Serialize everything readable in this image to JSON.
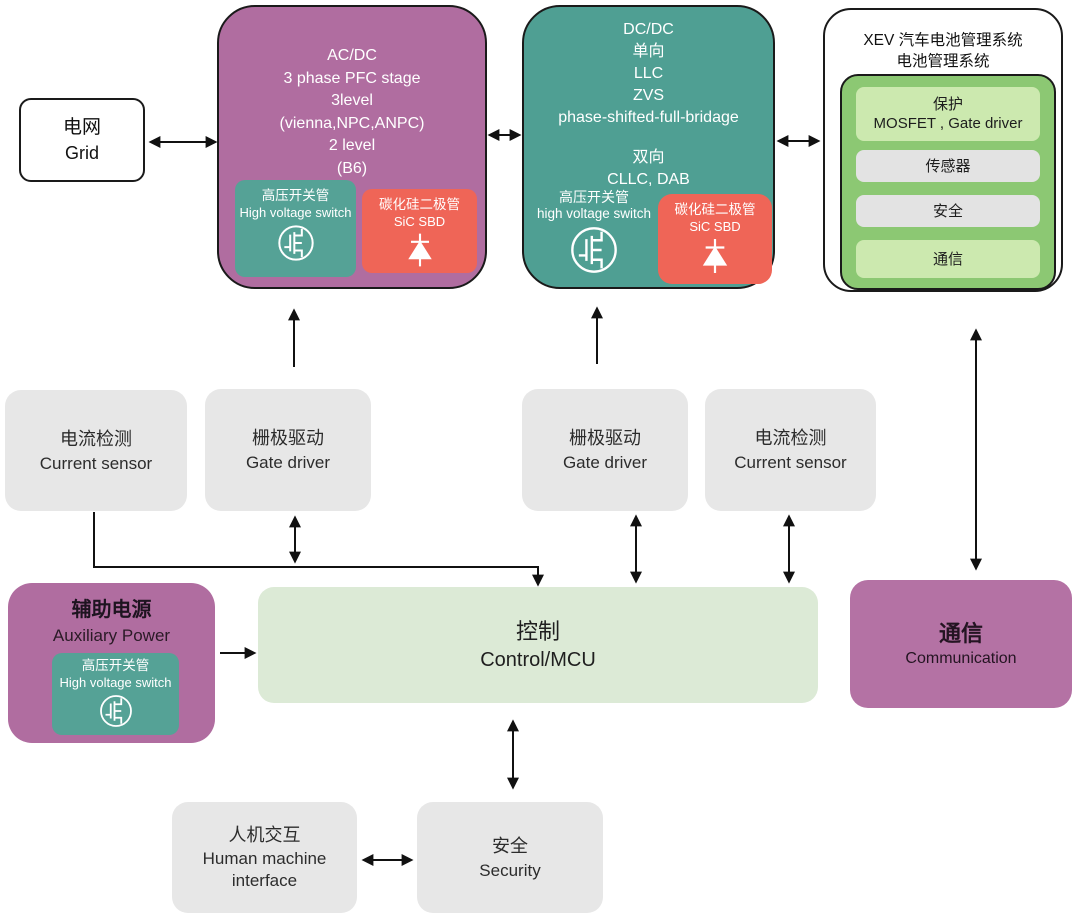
{
  "boxes": {
    "grid": {
      "zh": "电网",
      "en": "Grid"
    },
    "acdc": {
      "lines": [
        "AC/DC",
        "3 phase PFC stage",
        "3level",
        "(vienna,NPC,ANPC)",
        "2 level",
        "(B6)"
      ],
      "hv_switch": {
        "zh": "高压开关管",
        "en": "High voltage switch"
      },
      "sic_sbd": {
        "zh": "碳化硅二极管",
        "en": "SiC SBD"
      }
    },
    "dcdc": {
      "lines_top": [
        "DC/DC",
        "单向",
        "LLC",
        "ZVS",
        "phase-shifted-full-bridage"
      ],
      "lines_bottom": [
        "双向",
        "CLLC, DAB"
      ],
      "hv_switch": {
        "zh": "高压开关管",
        "en": "high voltage switch"
      },
      "sic_sbd": {
        "zh": "碳化硅二极管",
        "en": "SiC SBD"
      }
    },
    "xev": {
      "title_line1": "XEV 汽车电池管理系统",
      "title_line2": "电池管理系统",
      "rows": [
        {
          "label": "保护",
          "sub": "MOSFET , Gate driver",
          "tone": "green"
        },
        {
          "label": "传感器",
          "tone": "gray"
        },
        {
          "label": "安全",
          "tone": "gray"
        },
        {
          "label": "通信",
          "tone": "green"
        }
      ]
    },
    "current_sensor_left": {
      "zh": "电流检测",
      "en": "Current sensor"
    },
    "gate_driver_left": {
      "zh": "栅极驱动",
      "en": "Gate driver"
    },
    "gate_driver_right": {
      "zh": "栅极驱动",
      "en": "Gate driver"
    },
    "current_sensor_right": {
      "zh": "电流检测",
      "en": "Current sensor"
    },
    "aux_power": {
      "zh": "辅助电源",
      "en": "Auxiliary Power",
      "hv_switch": {
        "zh": "高压开关管",
        "en": "High voltage switch"
      }
    },
    "control": {
      "zh": "控制",
      "en": "Control/MCU"
    },
    "communication": {
      "zh": "通信",
      "en": "Communication"
    },
    "hmi": {
      "zh": "人机交互",
      "en_line1": "Human machine",
      "en_line2": "interface"
    },
    "security": {
      "zh": "安全",
      "en": "Security"
    }
  },
  "icons": [
    "mosfet-icon",
    "diode-icon"
  ],
  "colors": {
    "purple": "#b06da0",
    "purple_comm": "#b472a4",
    "teal": "#4f9f93",
    "teal_sub": "#55a296",
    "coral": "#ef6557",
    "control_green": "#dcead6",
    "gray_box": "#e7e7e7",
    "bms_green": "#8cc873",
    "bms_row_green": "#cce9af",
    "bms_row_gray": "#e3e3e3",
    "arrow": "#111111",
    "border": "#1a1a1a",
    "white_text": "#ffffff"
  }
}
